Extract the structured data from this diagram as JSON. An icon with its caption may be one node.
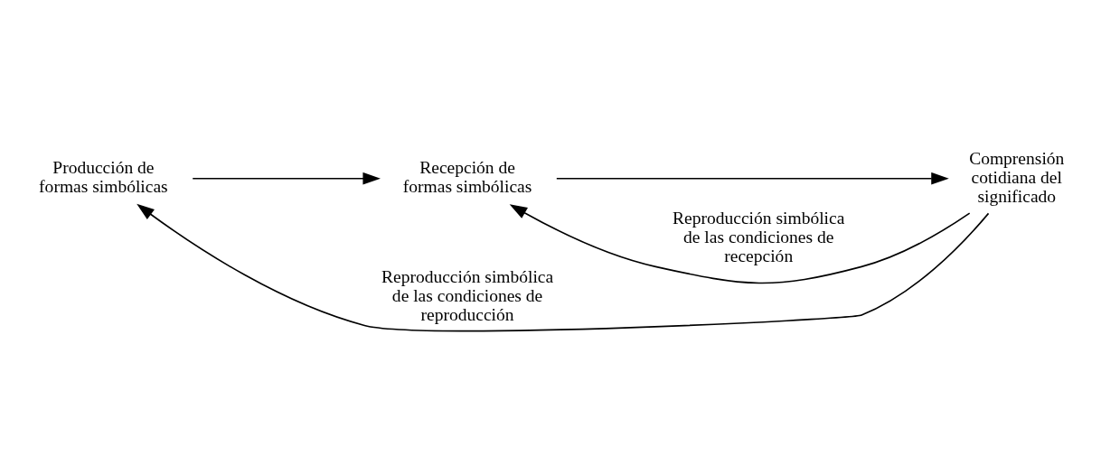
{
  "diagram": {
    "nodes": [
      {
        "text": [
          "Producción de formas simbólicas"
        ]
      },
      {
        "text": [
          "Recepción de formas simbólicas"
        ]
      },
      {
        "text": [
          "Comprensión cotidiana del significado"
        ]
      }
    ],
    "edges": [
      {
        "from": 0,
        "to": 1,
        "arrow": "to"
      },
      {
        "from": 1,
        "to": 2,
        "arrow": "to"
      },
      {
        "from": 2,
        "to": 0,
        "arrow": "to",
        "label": "Reproducción simbólica de las condiciones de reproducción"
      },
      {
        "from": 2,
        "to": 1,
        "arrow": "to",
        "label": "Reproducción simbólica de las condiciones de recepción"
      }
    ]
  }
}
